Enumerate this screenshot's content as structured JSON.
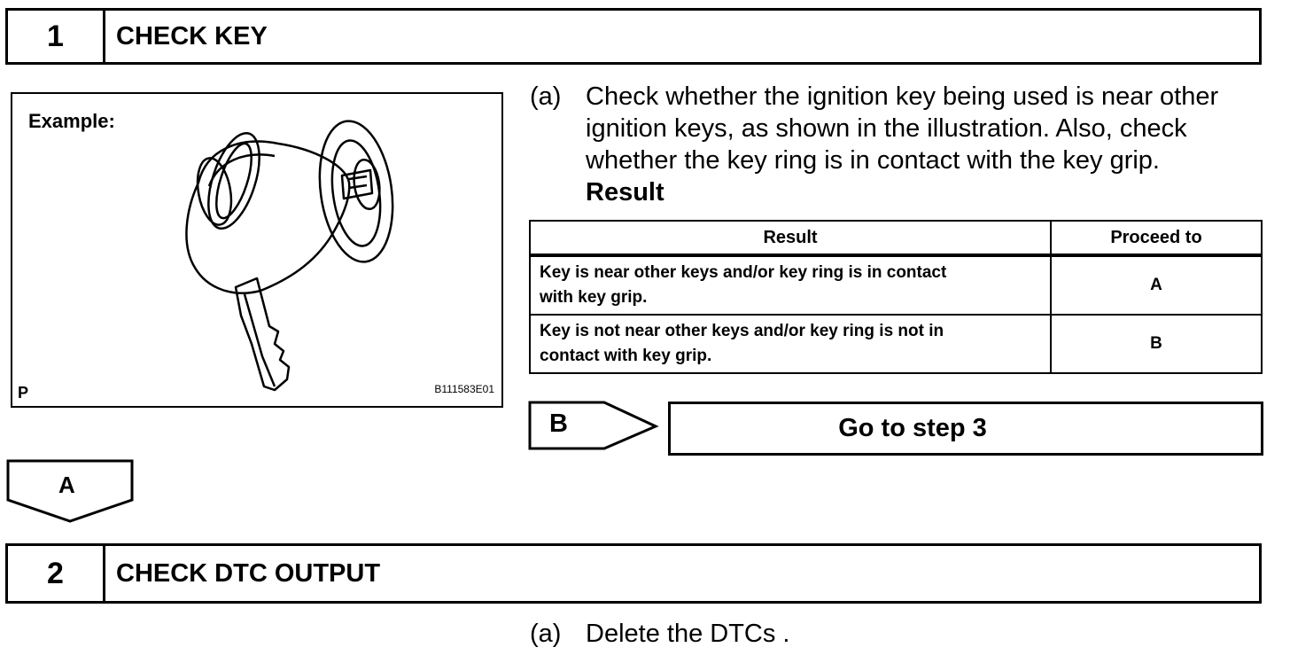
{
  "step1": {
    "number": "1",
    "title": "CHECK KEY"
  },
  "figure": {
    "example_label": "Example:",
    "corner_letter": "P",
    "code": "B111583E01"
  },
  "instruction_a": {
    "marker": "(a)",
    "lines": [
      "Check whether the ignition key being used is near other",
      "ignition keys, as shown in the illustration. Also, check",
      "whether the key ring is in contact with the key grip."
    ],
    "result_heading": "Result"
  },
  "result_table": {
    "headers": [
      "Result",
      "Proceed to"
    ],
    "rows": [
      {
        "result_lines": [
          "Key is near other keys and/or key ring is in contact",
          "with key grip."
        ],
        "proceed": "A"
      },
      {
        "result_lines": [
          "Key is not near other keys and/or key ring is not in",
          "contact with key grip."
        ],
        "proceed": "B"
      }
    ]
  },
  "branch_b": {
    "label": "B",
    "target": "Go to step 3"
  },
  "branch_a": {
    "label": "A"
  },
  "step2": {
    "number": "2",
    "title": "CHECK DTC OUTPUT"
  },
  "instruction_2a": {
    "marker": "(a)",
    "text": "Delete the DTCs ."
  }
}
